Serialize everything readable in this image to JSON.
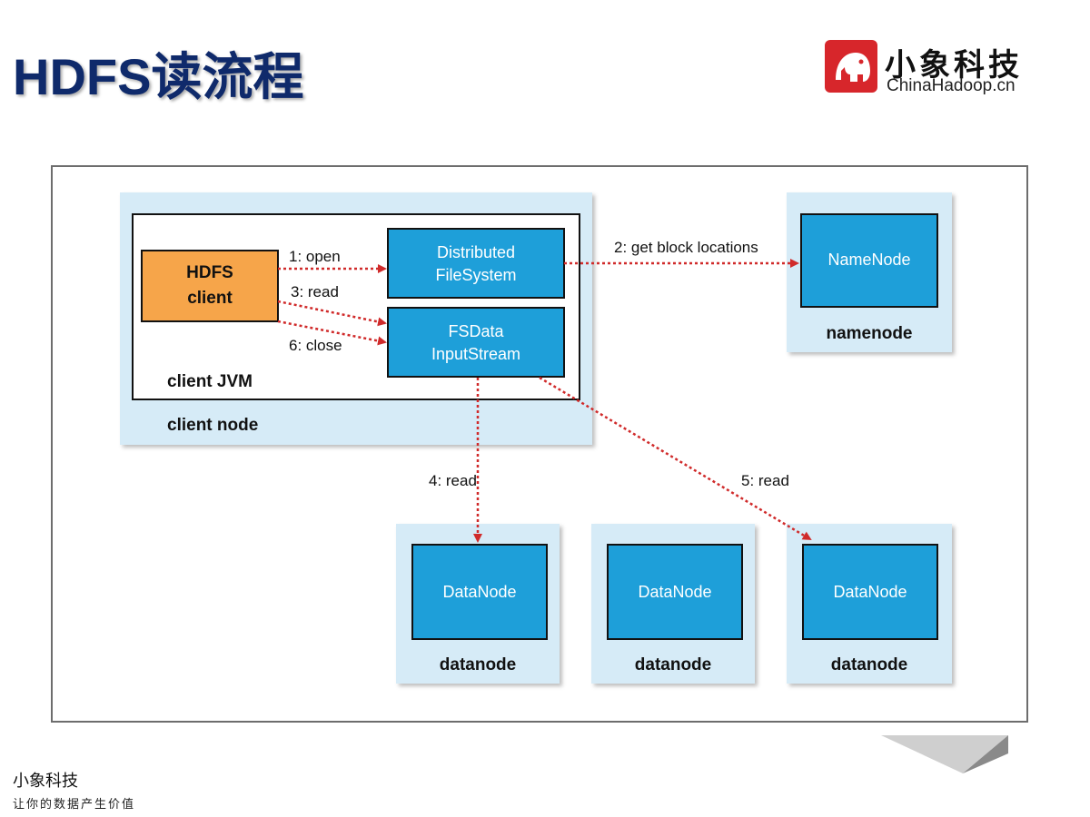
{
  "title": "HDFS读流程",
  "logo": {
    "name_cn": "小象科技",
    "name_en": "ChinaHadoop.cn",
    "badge_icon": "elephant-icon",
    "brand_color": "#d7262b"
  },
  "diagram": {
    "client_node_label": "client node",
    "client_jvm_label": "client JVM",
    "hdfs_client_label": [
      "HDFS",
      "client"
    ],
    "distributed_fs_label": [
      "Distributed",
      "FileSystem"
    ],
    "fsdata_label": [
      "FSData",
      "InputStream"
    ],
    "namenode_inner": "NameNode",
    "namenode_caption": "namenode",
    "datanodes": [
      {
        "inner": "DataNode",
        "caption": "datanode"
      },
      {
        "inner": "DataNode",
        "caption": "datanode"
      },
      {
        "inner": "DataNode",
        "caption": "datanode"
      }
    ],
    "edges": {
      "open": "1: open",
      "get_block": "2: get block locations",
      "read3": "3: read",
      "read4": "4: read",
      "read5": "5: read",
      "close": "6: close"
    },
    "colors": {
      "node_bg": "#d6ebf7",
      "box_blue": "#1e9fd9",
      "client_orange": "#f6a54a",
      "arrow_red": "#d02a2a"
    }
  },
  "footer": {
    "brand": "小象科技",
    "slogan": "让你的数据产生价值"
  }
}
